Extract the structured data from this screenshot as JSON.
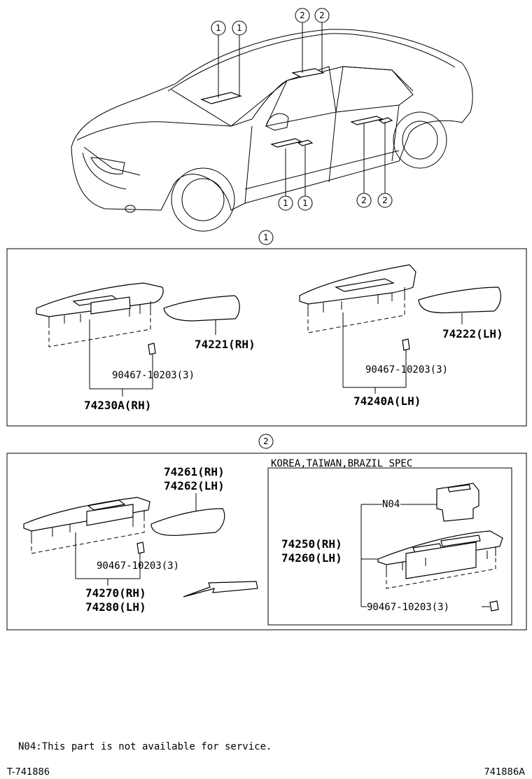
{
  "callouts": {
    "one": "1",
    "two": "2"
  },
  "section1": {
    "left": {
      "panel": "74230A(RH)",
      "clip": "90467-10203(3)",
      "cover": "74221(RH)"
    },
    "right": {
      "panel": "74240A(LH)",
      "clip": "90467-10203(3)",
      "cover": "74222(LH)"
    }
  },
  "section2": {
    "left": {
      "cover_rh": "74261(RH)",
      "cover_lh": "74262(LH)",
      "clip": "90467-10203(3)",
      "panel_rh": "74270(RH)",
      "panel_lh": "74280(LH)"
    },
    "inset": {
      "spec": "KOREA,TAIWAN,BRAZIL SPEC",
      "n04": "N04",
      "panel_rh": "74250(RH)",
      "panel_lh": "74260(LH)",
      "clip": "90467-10203(3)"
    }
  },
  "footer": {
    "note": "N04:This part is not available for service.",
    "left_ref": "T-741886",
    "right_ref": "741886A"
  }
}
